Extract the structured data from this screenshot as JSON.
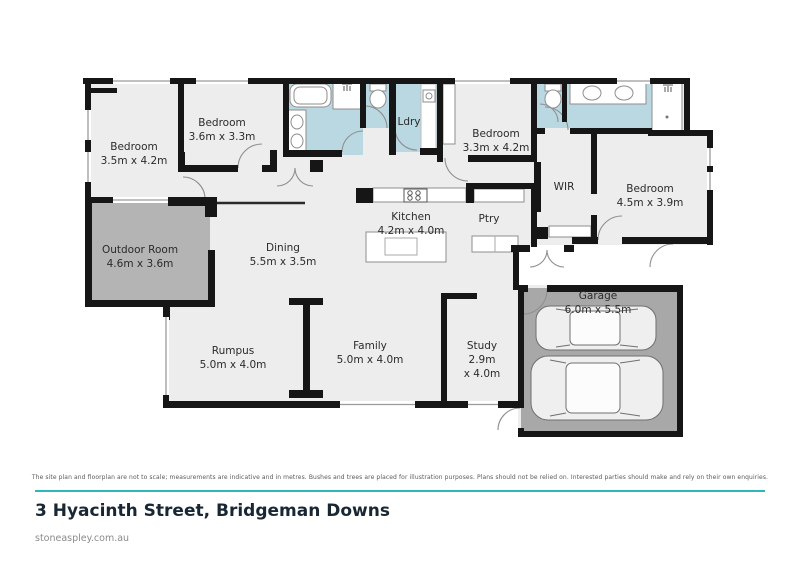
{
  "plan": {
    "rooms": {
      "bedroom1": {
        "name": "Bedroom",
        "dims": "3.5m x 4.2m"
      },
      "bedroom2": {
        "name": "Bedroom",
        "dims": "3.6m x 3.3m"
      },
      "bedroom3": {
        "name": "Bedroom",
        "dims": "3.3m x 4.2m"
      },
      "bedroom4": {
        "name": "Bedroom",
        "dims": "4.5m x 3.9m"
      },
      "laundry": {
        "name": "Ldry"
      },
      "wir": {
        "name": "WIR"
      },
      "pantry": {
        "name": "Ptry"
      },
      "outdoor": {
        "name": "Outdoor Room",
        "dims": "4.6m x 3.6m"
      },
      "dining": {
        "name": "Dining",
        "dims": "5.5m x 3.5m"
      },
      "kitchen": {
        "name": "Kitchen",
        "dims": "4.2m x 4.0m"
      },
      "rumpus": {
        "name": "Rumpus",
        "dims": "5.0m x 4.0m"
      },
      "family": {
        "name": "Family",
        "dims": "5.0m x 4.0m"
      },
      "study": {
        "name": "Study",
        "dims_line1": "2.9m",
        "dims_line2": "x 4.0m"
      },
      "garage": {
        "name": "Garage",
        "dims": "6.0m x 5.5m"
      }
    },
    "colors": {
      "wall": "#161616",
      "room_floor": "#ededed",
      "wet_area": "#b9d8e2",
      "outdoor_floor": "#b4b4b4",
      "garage_floor": "#a8a8a8"
    }
  },
  "footer": {
    "disclaimer": "The site plan and floorplan are not to scale; measurements are indicative and in metres. Bushes and trees are placed for illustration purposes. Plans should not be relied on. Interested parties should make and rely on their own enquiries.",
    "accent_color": "#2fb6ba",
    "address": "3 Hyacinth Street, Bridgeman Downs",
    "website": "stoneaspley.com.au"
  }
}
